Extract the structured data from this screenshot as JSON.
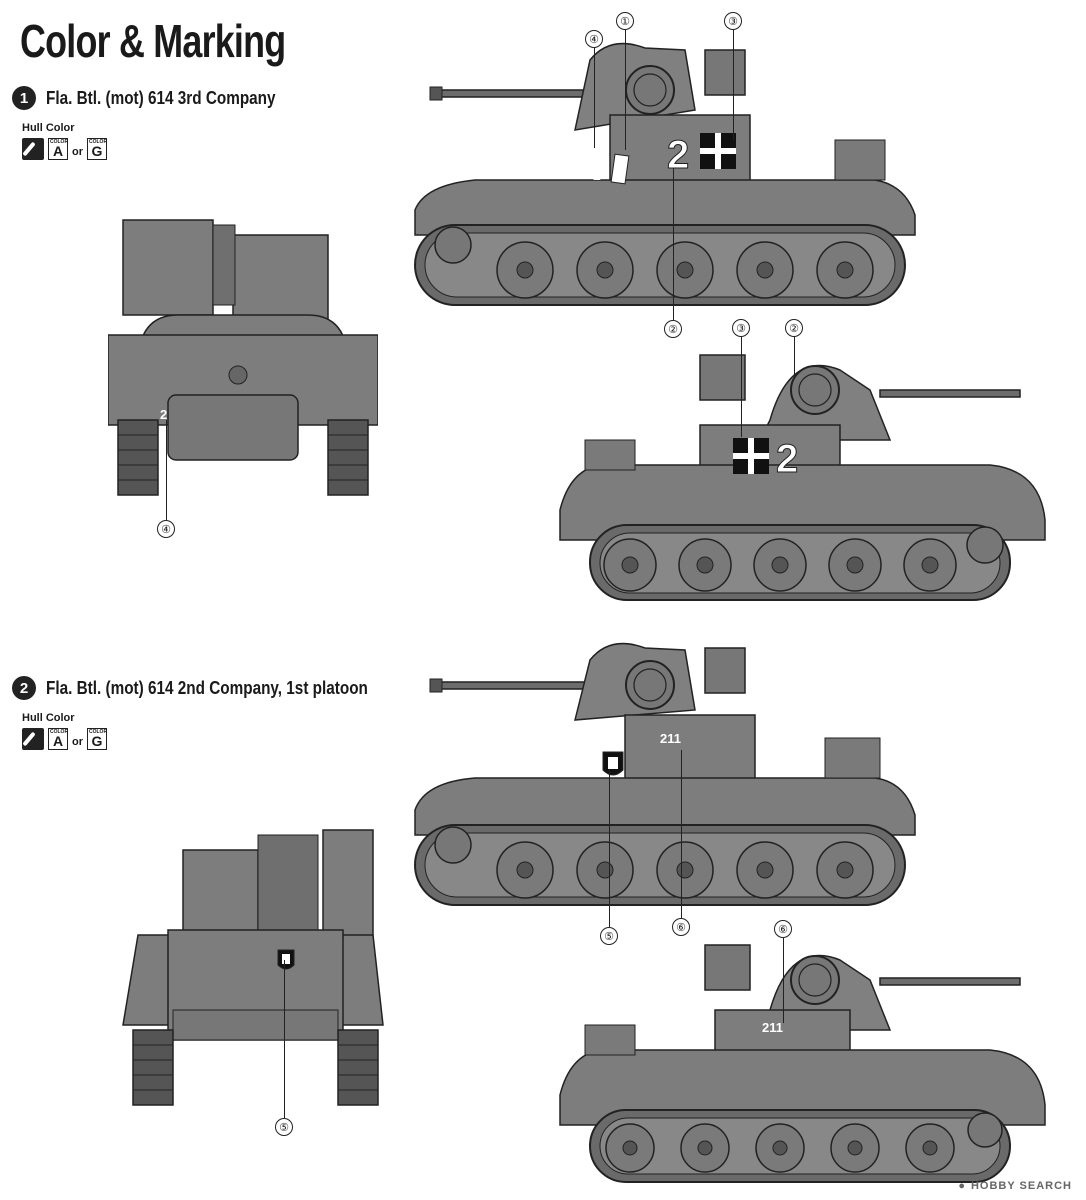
{
  "title": "Color & Marking",
  "schemes": [
    {
      "number": "1",
      "label": "Fla. Btl. (mot) 614 3rd Company",
      "hull_color_label": "Hull Color",
      "color_tag": "COLOR",
      "color_a": "A",
      "color_or": "or",
      "color_g": "G"
    },
    {
      "number": "2",
      "label": "Fla. Btl. (mot) 614 2nd Company, 1st platoon",
      "hull_color_label": "Hull Color",
      "color_tag": "COLOR",
      "color_a": "A",
      "color_or": "or",
      "color_g": "G"
    }
  ],
  "markings": {
    "turret_number_1": "2",
    "hull_number_1": "2",
    "rear_number_1": "2",
    "turret_number_2": "211"
  },
  "callouts": {
    "c1": "①",
    "c2": "②",
    "c3": "③",
    "c4": "④",
    "c5": "⑤",
    "c6": "⑥"
  },
  "footer": {
    "site": "HOBBY SEARCH"
  },
  "colors": {
    "hull": "#7d7d7d",
    "hull_dark": "#5f5f5f",
    "line": "#2a2a2a"
  }
}
